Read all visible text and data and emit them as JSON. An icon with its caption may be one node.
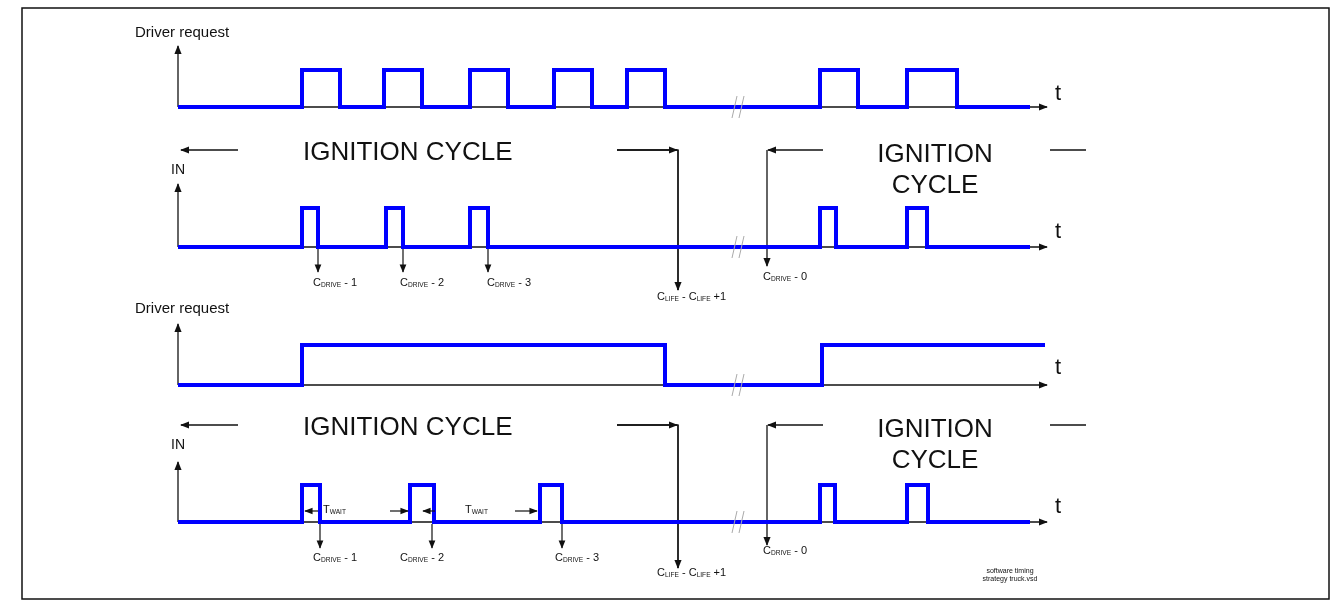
{
  "diagram": {
    "labels": [
      "Driver request",
      "t",
      "IGNITION CYCLE",
      "IN",
      "IGNITION CYCLE",
      "t",
      "C$_{DRIVE}$ - 1",
      "C$_{DRIVE}$ - 2",
      "C$_{DRIVE}$ - 3",
      "C$_{LIFE}$ - C$_{LIFE}$ +1",
      "C$_{DRIVE}$ - 0",
      "Driver request",
      "t",
      "IGNITION CYCLE",
      "IN",
      "IGNITION CYCLE",
      "t",
      "T$_{WAIT}$",
      "T$_{WAIT}$",
      "C$_{DRIVE}$ - 1",
      "C$_{DRIVE}$ - 2",
      "C$_{DRIVE}$ - 3",
      "C$_{LIFE}$ - C$_{LIFE}$ +1",
      "C$_{DRIVE}$ - 0",
      "software timing strategy truck.vsd"
    ]
  }
}
